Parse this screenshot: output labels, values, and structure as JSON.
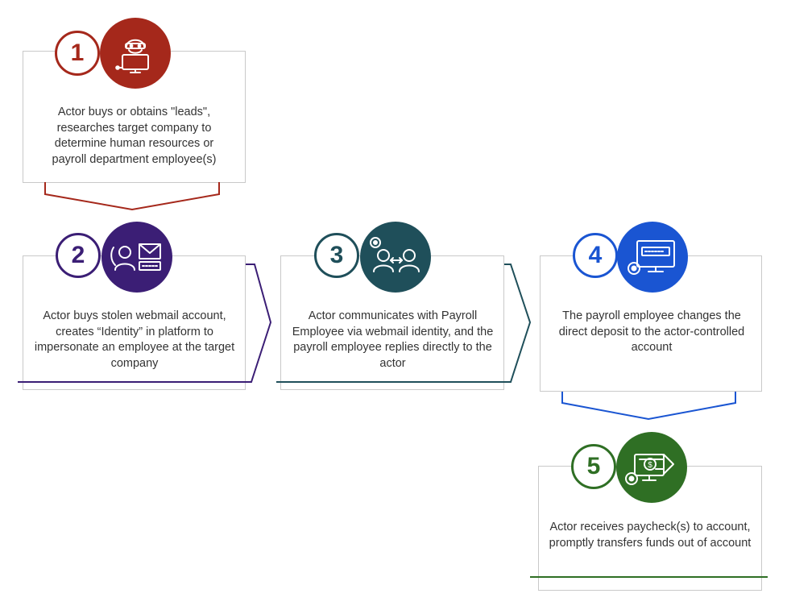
{
  "colors": {
    "step1": "#a5281b",
    "step2": "#3b1e75",
    "step3": "#1f4f5a",
    "step4": "#1a55d2",
    "step5": "#2f6f24",
    "box_border": "#c9c9c9",
    "text": "#333333"
  },
  "steps": [
    {
      "number": "1",
      "icon": "hacker-at-laptop-icon",
      "text": "Actor buys or obtains \"leads\", researches target company to determine human resources or payroll department employee(s)"
    },
    {
      "number": "2",
      "icon": "stolen-webmail-identity-icon",
      "text": "Actor buys stolen webmail account, creates “Identity” in platform to impersonate an employee at the target company"
    },
    {
      "number": "3",
      "icon": "actor-communicates-with-employee-icon",
      "text": "Actor communicates with Payroll Employee via webmail identity, and the payroll employee replies directly to the actor"
    },
    {
      "number": "4",
      "icon": "direct-deposit-change-icon",
      "text": "The payroll employee changes the direct deposit to the actor-controlled account"
    },
    {
      "number": "5",
      "icon": "funds-transfer-icon",
      "text": "Actor receives paycheck(s) to account, promptly transfers funds out of account"
    }
  ]
}
